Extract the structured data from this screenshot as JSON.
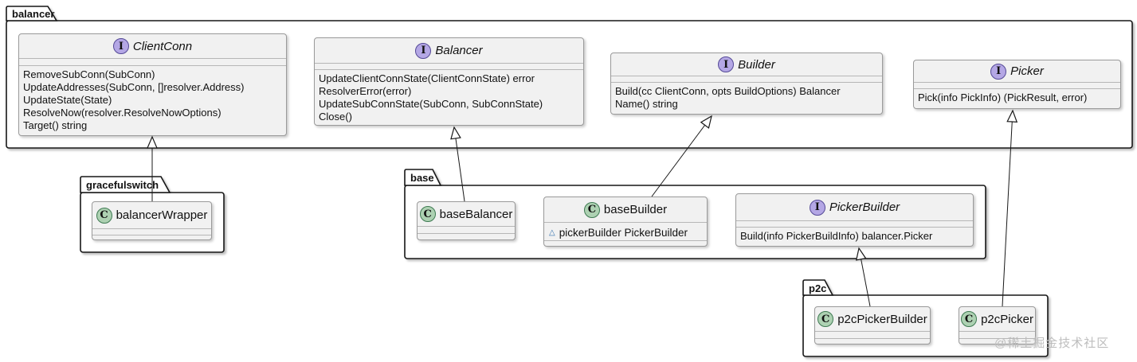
{
  "diagram": {
    "packages": {
      "balancer": "balancer",
      "gracefulswitch": "gracefulswitch",
      "base": "base",
      "p2c": "p2c"
    },
    "icons": {
      "interface_letter": "I",
      "class_letter": "C",
      "package_private": "△"
    },
    "classes": {
      "clientConn": {
        "kind": "interface",
        "name": "ClientConn",
        "methods": [
          "RemoveSubConn(SubConn)",
          "UpdateAddresses(SubConn, []resolver.Address)",
          "UpdateState(State)",
          "ResolveNow(resolver.ResolveNowOptions)",
          "Target() string"
        ]
      },
      "balancer": {
        "kind": "interface",
        "name": "Balancer",
        "methods": [
          "UpdateClientConnState(ClientConnState) error",
          "ResolverError(error)",
          "UpdateSubConnState(SubConn, SubConnState)",
          "Close()"
        ]
      },
      "builder": {
        "kind": "interface",
        "name": "Builder",
        "methods": [
          "Build(cc ClientConn, opts BuildOptions) Balancer",
          "Name() string"
        ]
      },
      "picker": {
        "kind": "interface",
        "name": "Picker",
        "methods": [
          "Pick(info PickInfo) (PickResult, error)"
        ]
      },
      "balancerWrapper": {
        "kind": "class",
        "name": "balancerWrapper"
      },
      "baseBalancer": {
        "kind": "class",
        "name": "baseBalancer"
      },
      "baseBuilder": {
        "kind": "class",
        "name": "baseBuilder",
        "fields": [
          "pickerBuilder PickerBuilder"
        ]
      },
      "pickerBuilder": {
        "kind": "interface",
        "name": "PickerBuilder",
        "methods": [
          "Build(info PickerBuildInfo) balancer.Picker"
        ]
      },
      "p2cPickerBuilder": {
        "kind": "class",
        "name": "p2cPickerBuilder"
      },
      "p2cPicker": {
        "kind": "class",
        "name": "p2cPicker"
      }
    },
    "relations": [
      {
        "from": "balancerWrapper",
        "to": "ClientConn",
        "type": "realization"
      },
      {
        "from": "baseBalancer",
        "to": "Balancer",
        "type": "realization"
      },
      {
        "from": "baseBuilder",
        "to": "Builder",
        "type": "realization"
      },
      {
        "from": "p2cPickerBuilder",
        "to": "PickerBuilder",
        "type": "realization"
      },
      {
        "from": "p2cPicker",
        "to": "Picker",
        "type": "realization"
      }
    ],
    "colors": {
      "interface_icon_fill": "#B4A7E5",
      "class_icon_fill": "#ADD1B2",
      "box_fill": "#F1F1F1",
      "package_border": "#181818",
      "field_icon": "#3875B0",
      "watermark": "#BDBDBD"
    },
    "watermark": "@稀土掘金技术社区"
  }
}
